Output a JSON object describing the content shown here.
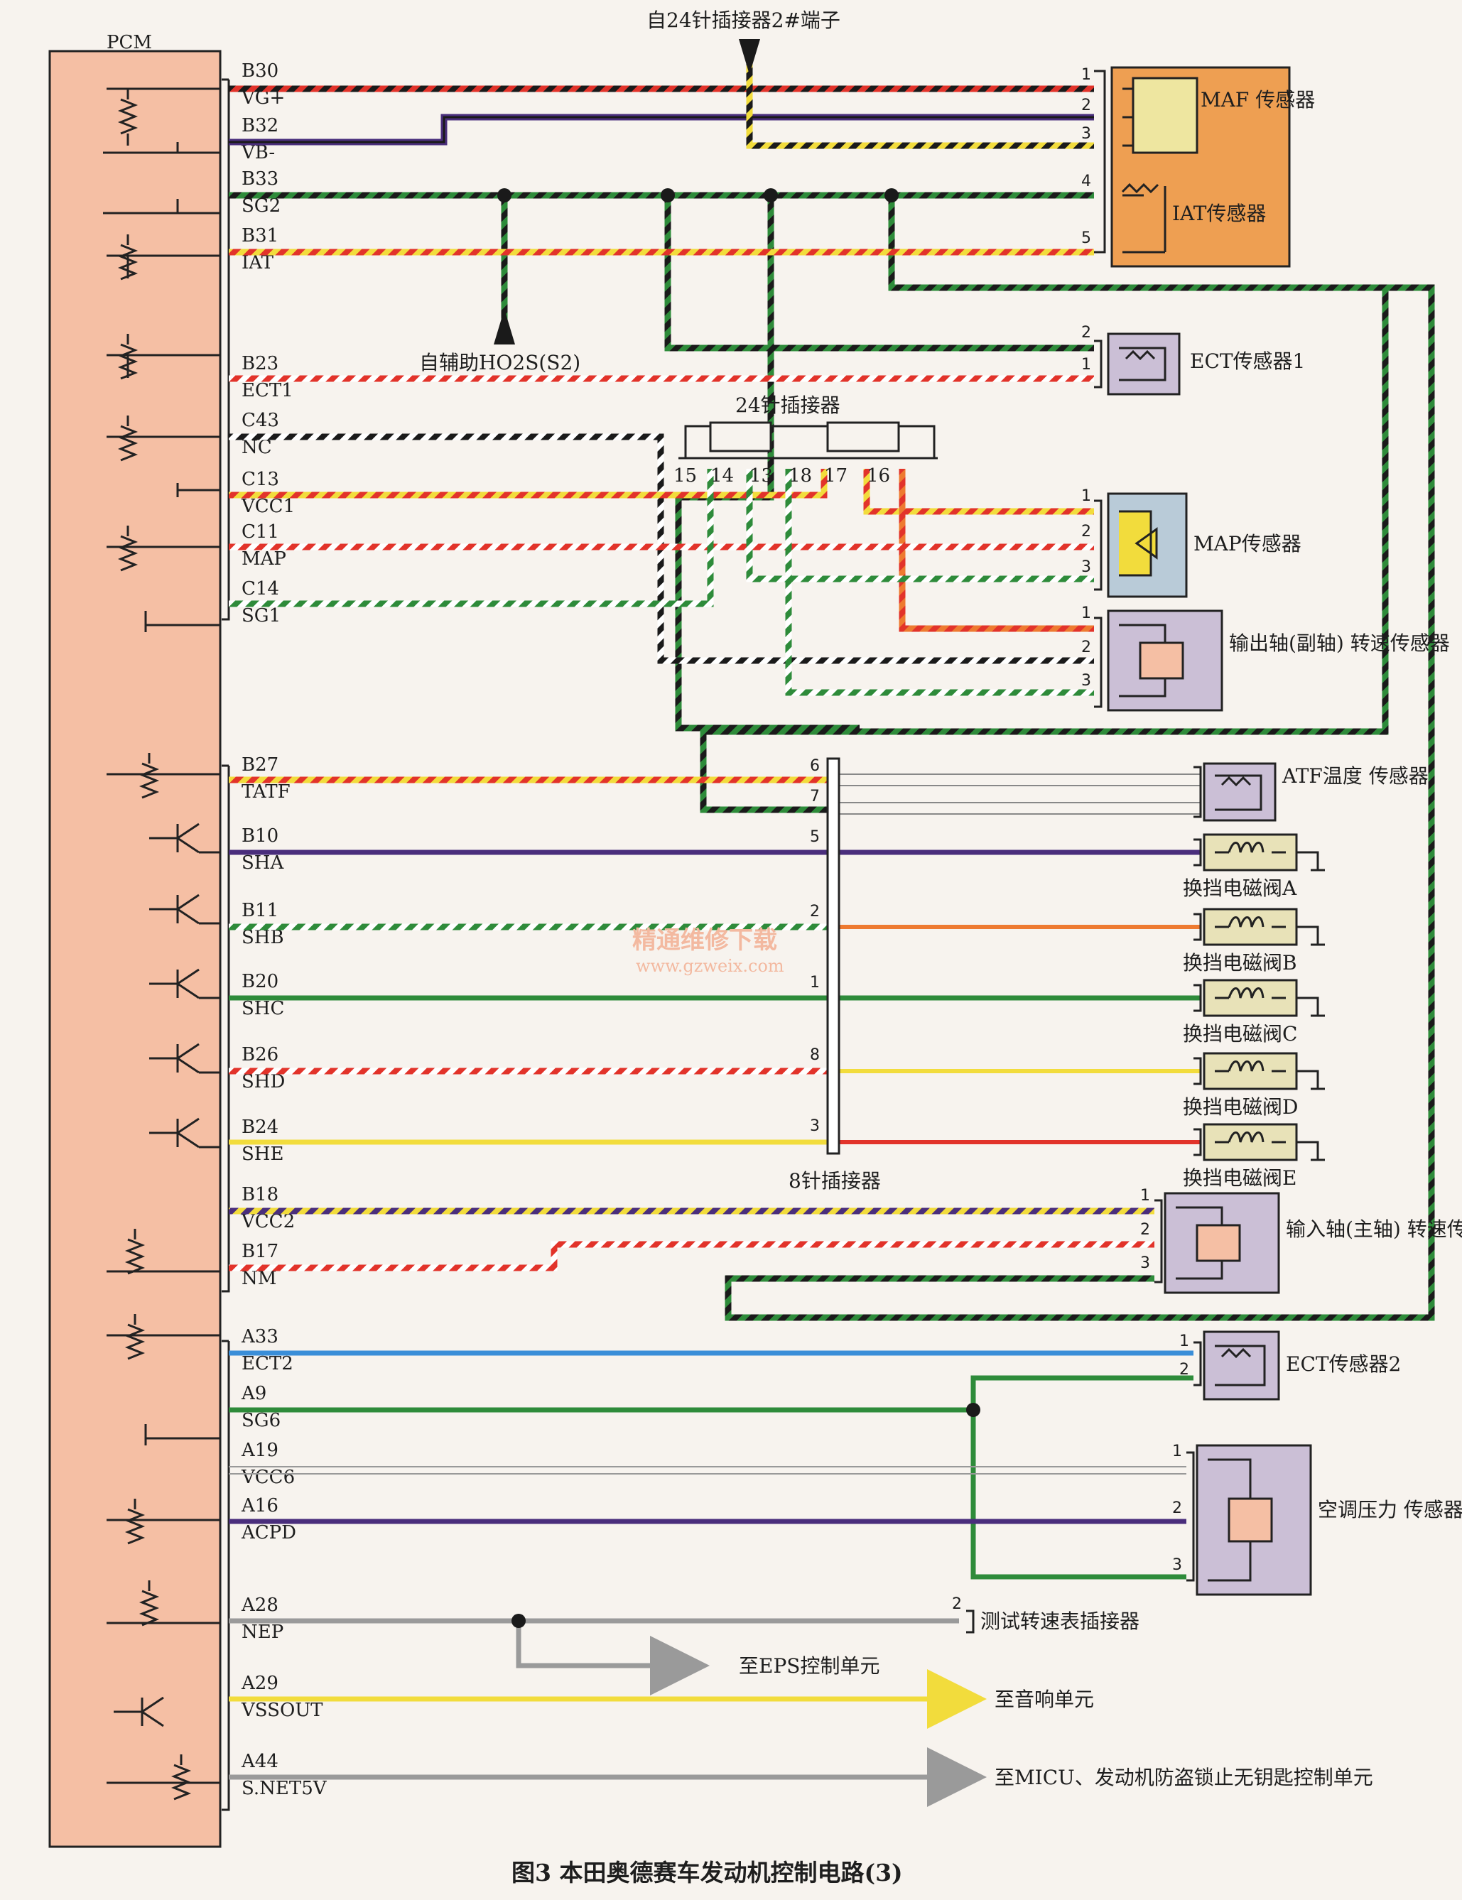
{
  "pcm": {
    "title": "PCM"
  },
  "top_note": "自24针插接器2#端子",
  "h02s_note": "自辅助HO2S(S2)",
  "connector24": {
    "title": "24针插接器",
    "pins": [
      "15",
      "14",
      "13",
      "18",
      "17",
      "16"
    ]
  },
  "connector8": {
    "title": "8针插接器"
  },
  "pcm_pins": [
    {
      "pin": "B30",
      "signal": "VG+"
    },
    {
      "pin": "B32",
      "signal": "VB-"
    },
    {
      "pin": "B33",
      "signal": "SG2"
    },
    {
      "pin": "B31",
      "signal": "IAT"
    },
    {
      "pin": "B23",
      "signal": "ECT1"
    },
    {
      "pin": "C43",
      "signal": "NC"
    },
    {
      "pin": "C13",
      "signal": "VCC1"
    },
    {
      "pin": "C11",
      "signal": "MAP"
    },
    {
      "pin": "C14",
      "signal": "SG1"
    },
    {
      "pin": "B27",
      "signal": "TATF"
    },
    {
      "pin": "B10",
      "signal": "SHA"
    },
    {
      "pin": "B11",
      "signal": "SHB"
    },
    {
      "pin": "B20",
      "signal": "SHC"
    },
    {
      "pin": "B26",
      "signal": "SHD"
    },
    {
      "pin": "B24",
      "signal": "SHE"
    },
    {
      "pin": "B18",
      "signal": "VCC2"
    },
    {
      "pin": "B17",
      "signal": "NM"
    },
    {
      "pin": "A33",
      "signal": "ECT2"
    },
    {
      "pin": "A9",
      "signal": "SG6"
    },
    {
      "pin": "A19",
      "signal": "VCC6"
    },
    {
      "pin": "A16",
      "signal": "ACPD"
    },
    {
      "pin": "A28",
      "signal": "NEP"
    },
    {
      "pin": "A29",
      "signal": "VSSOUT"
    },
    {
      "pin": "A44",
      "signal": "S.NET5V"
    }
  ],
  "devices": {
    "maf": "MAF 传感器",
    "iat": "IAT传感器",
    "ect1": "ECT传感器1",
    "map": "MAP传感器",
    "output_shaft": "输出轴(副轴) 转速传感器",
    "atf": "ATF温度 传感器",
    "sol_a": "换挡电磁阀A",
    "sol_b": "换挡电磁阀B",
    "sol_c": "换挡电磁阀C",
    "sol_d": "换挡电磁阀D",
    "sol_e": "换挡电磁阀E",
    "input_shaft": "输入轴(主轴) 转速传感器",
    "ect2": "ECT传感器2",
    "ac_pressure": "空调压力 传感器",
    "tacho": "测试转速表插接器"
  },
  "destinations": {
    "eps": "至EPS控制单元",
    "audio": "至音响单元",
    "micu": "至MICU、发动机防盗锁止无钥匙控制单元"
  },
  "watermark": {
    "line1": "精通维修下载",
    "line2": "www.gzweix.com"
  },
  "caption": "图3 本田奥德赛车发动机控制电路(3)",
  "wire_colors": {
    "red": "#e2332a",
    "yellow": "#f2dc3c",
    "green": "#2e8b3a",
    "purple": "#4a2e7c",
    "blue": "#3a8ed8",
    "gray": "#9a9a9a",
    "orange": "#ee7a30",
    "black": "#1a1a1a",
    "white": "#ffffff",
    "brown": "#8b5a2b",
    "pcm_fill": "#f5bfa4",
    "sensor_fill": "#ee9f52",
    "connector_fill": "#cbbfd6",
    "map_fill": "#b9cbd8"
  }
}
